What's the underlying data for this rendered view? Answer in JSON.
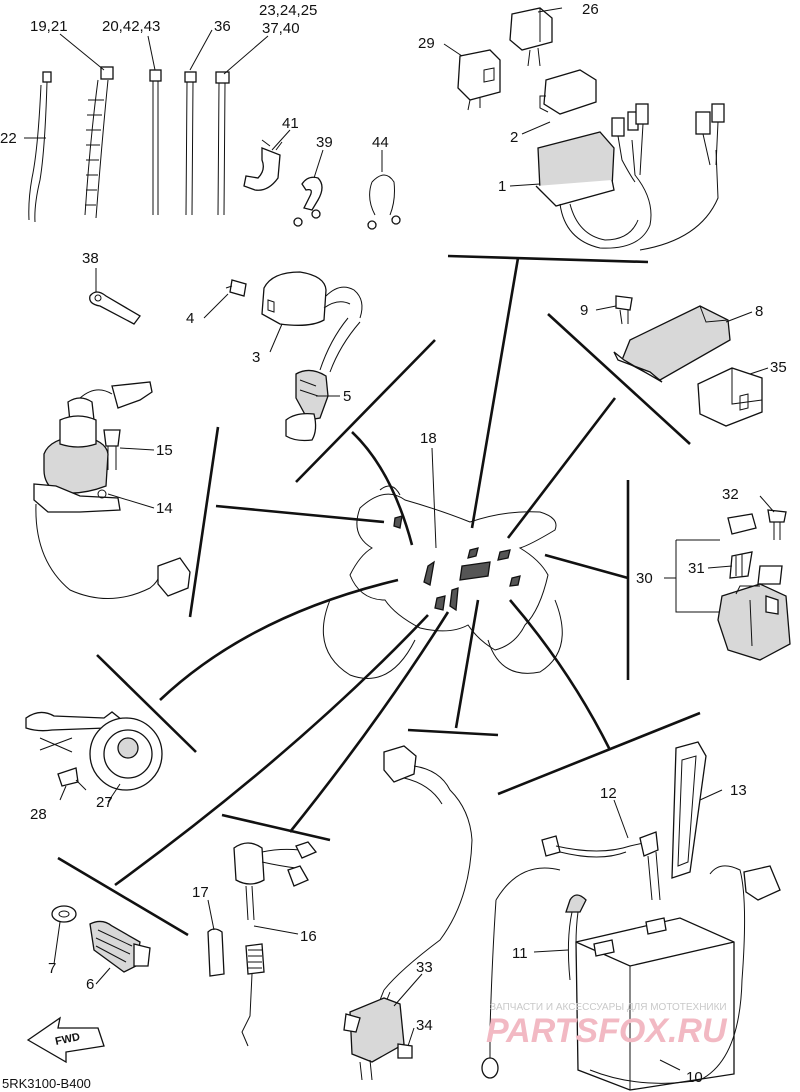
{
  "diagram": {
    "callouts": [
      "19,21",
      "20,42,43",
      "36",
      "23,24,25",
      "37,40",
      "26",
      "29",
      "22",
      "2",
      "1",
      "41",
      "39",
      "44",
      "38",
      "4",
      "3",
      "9",
      "8",
      "35",
      "5",
      "18",
      "15",
      "14",
      "32",
      "30",
      "31",
      "28",
      "27",
      "13",
      "12",
      "17",
      "16",
      "7",
      "6",
      "11",
      "33",
      "34",
      "10"
    ],
    "direction_badge": "FWD",
    "drawing_code": "5RK3100-B400"
  },
  "watermark": {
    "caption": "ЗАПЧАСТИ И АКСЕССУАРЫ ДЛЯ МОТОТЕХНИКИ",
    "brand": "PARTSFOX.RU"
  }
}
